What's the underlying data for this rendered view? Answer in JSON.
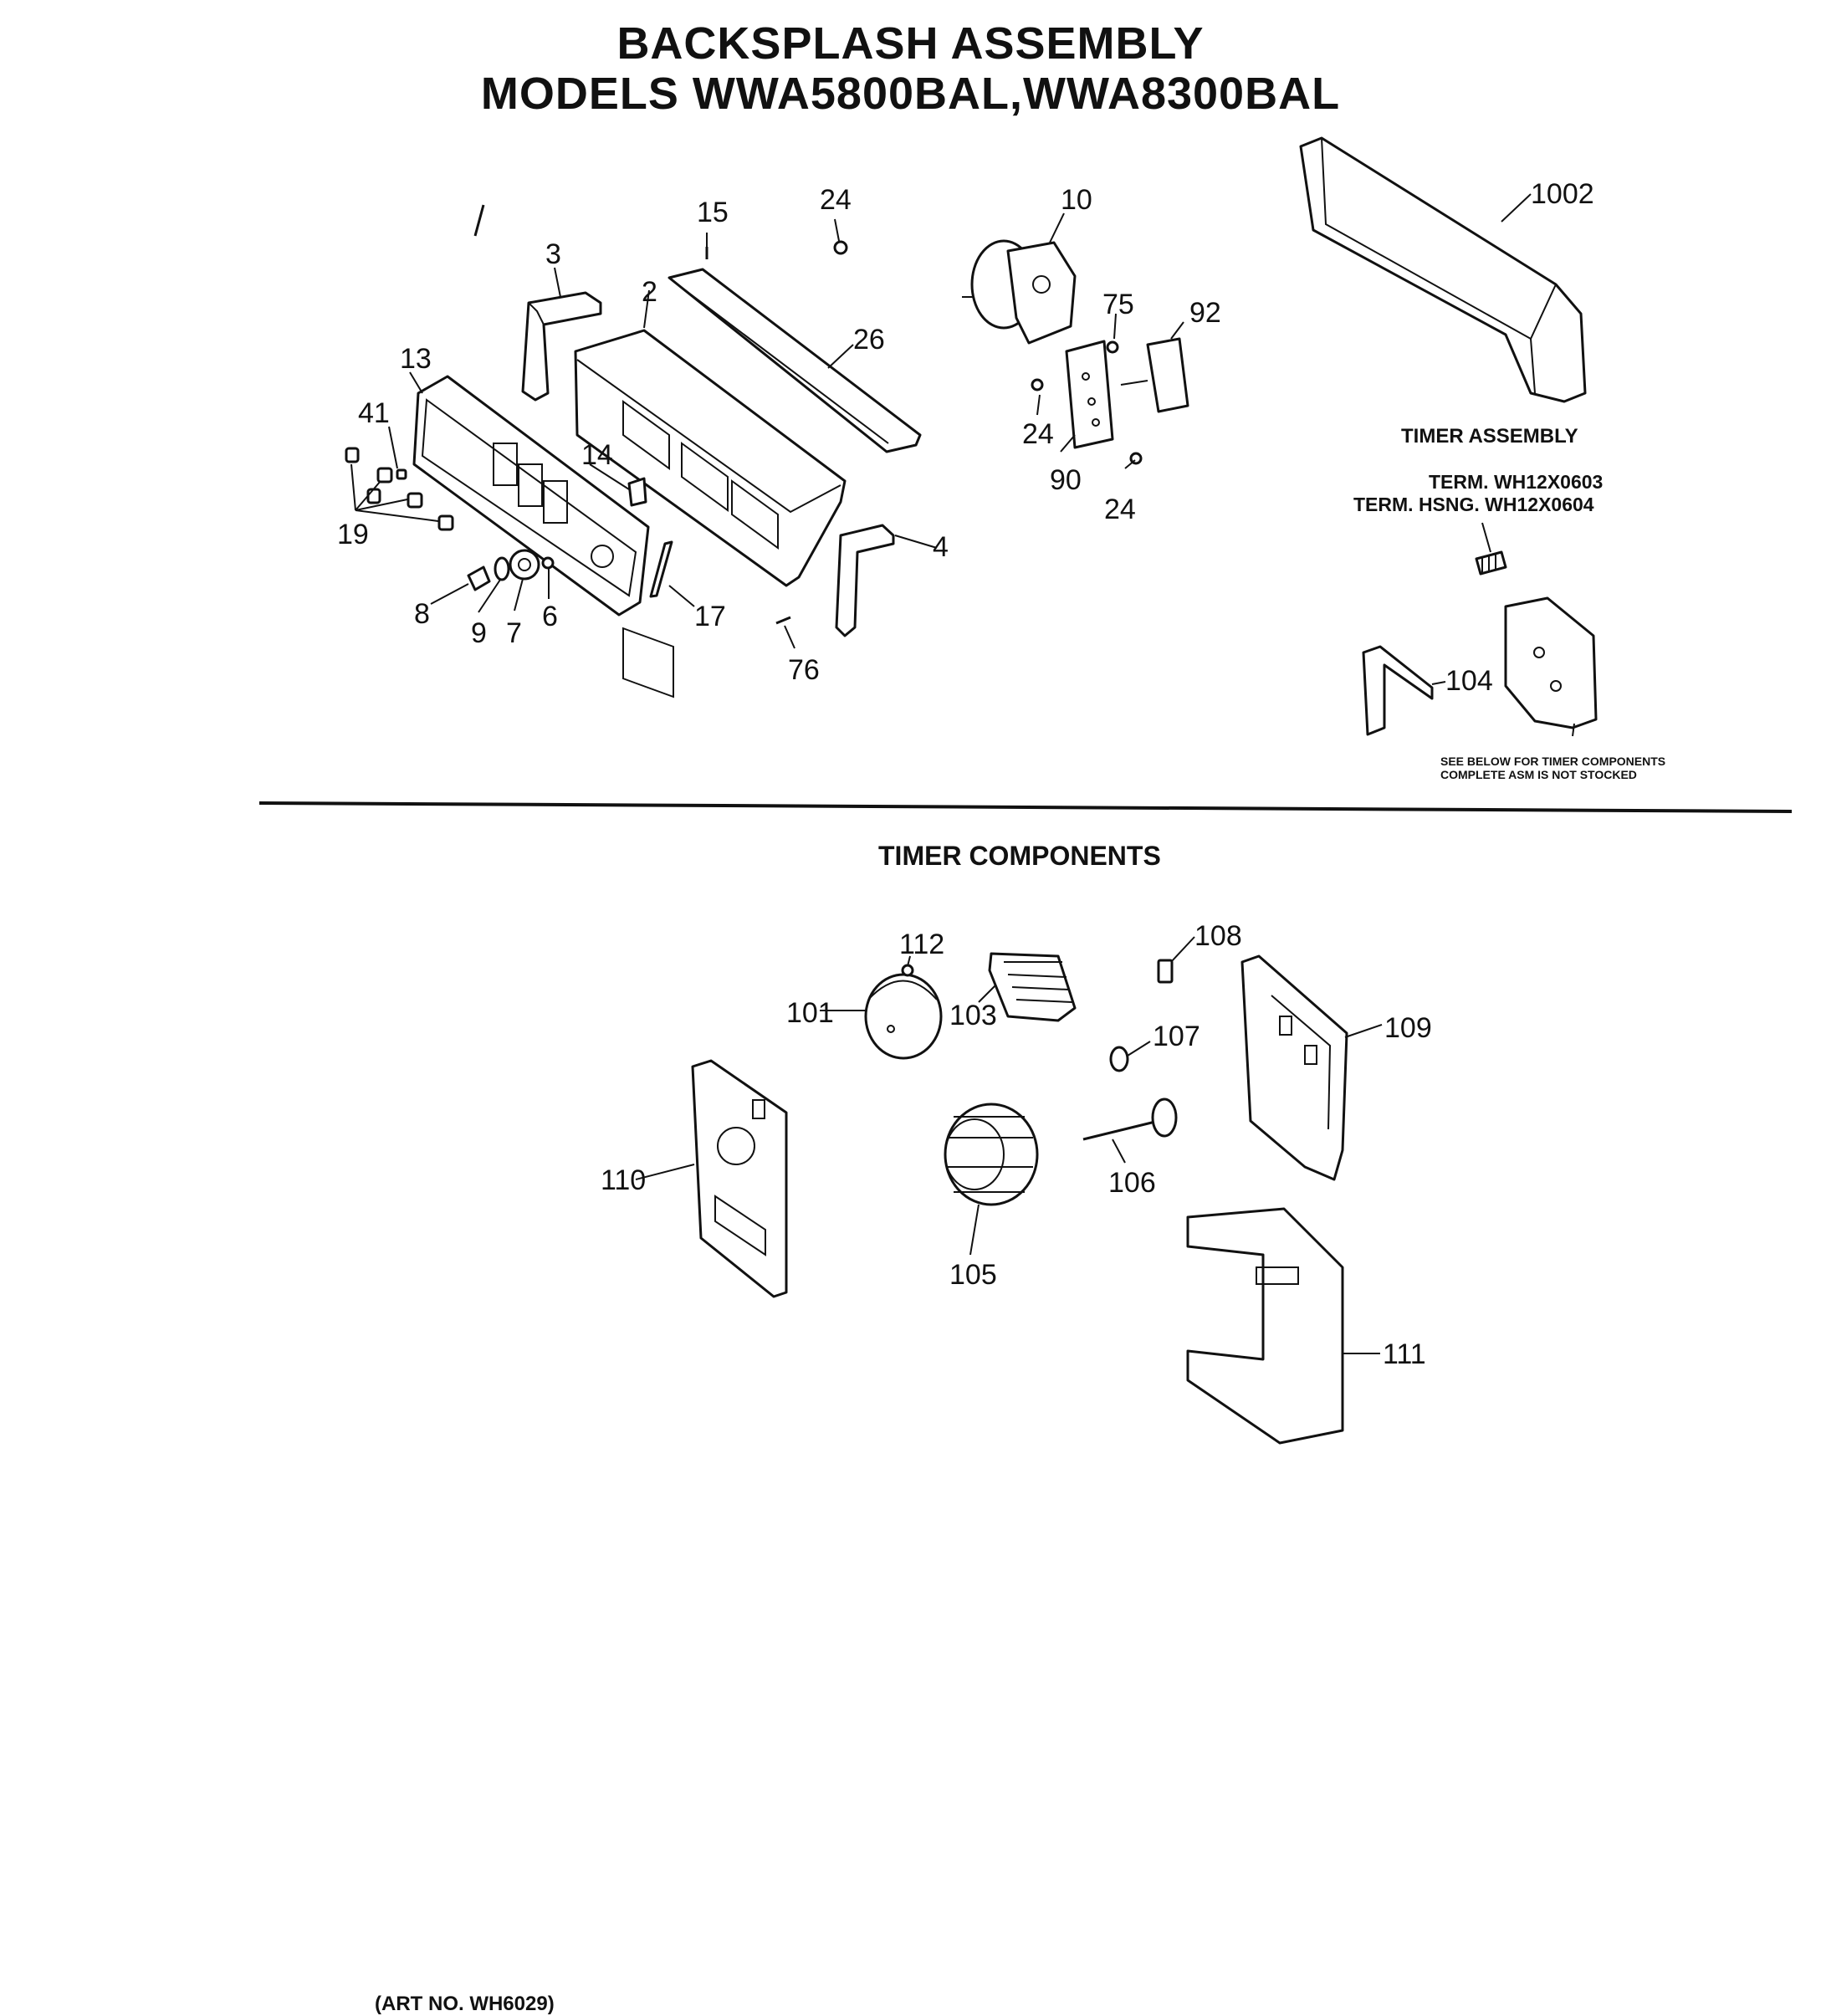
{
  "header": {
    "title_line1": "BACKSPLASH ASSEMBLY",
    "title_line2": "MODELS WWA5800BAL,WWA8300BAL"
  },
  "timer_assembly": {
    "label": "TIMER ASSEMBLY",
    "term": "TERM. WH12X0603",
    "term_housing": "TERM. HSNG. WH12X0604",
    "note_line1": "SEE BELOW FOR TIMER COMPONENTS",
    "note_line2": "COMPLETE ASM IS NOT STOCKED"
  },
  "timer_components": {
    "heading": "TIMER COMPONENTS"
  },
  "footer": {
    "art_no": "(ART NO. WH6029)"
  },
  "callouts": {
    "p24a": "24",
    "p15": "15",
    "p10": "10",
    "p1002": "1002",
    "p3": "3",
    "p2": "2",
    "p26": "26",
    "p75": "75",
    "p92": "92",
    "p13": "13",
    "p41": "41",
    "p24b": "24",
    "p90": "90",
    "p24c": "24",
    "p14": "14",
    "p19": "19",
    "p4": "4",
    "p8": "8",
    "p9": "9",
    "p7": "7",
    "p6": "6",
    "p17": "17",
    "p76": "76",
    "p104": "104",
    "p112": "112",
    "p108": "108",
    "p101": "101",
    "p103": "103",
    "p107": "107",
    "p109": "109",
    "p110": "110",
    "p106": "106",
    "p105": "105",
    "p111": "111"
  }
}
